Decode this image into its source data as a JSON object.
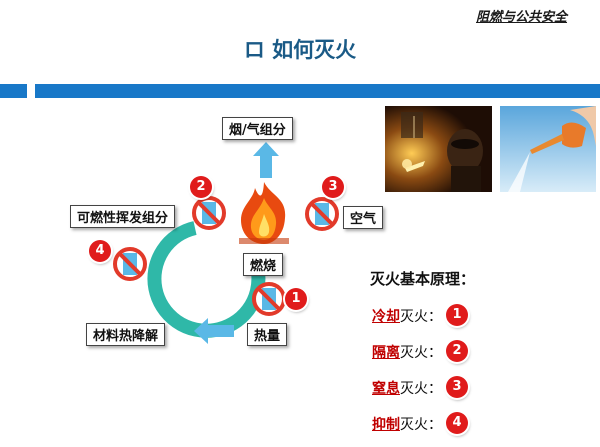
{
  "header": {
    "title": "阻燃与公共安全"
  },
  "slide": {
    "title": "ロ  如何灭火"
  },
  "diagram": {
    "smoke_label": "烟/气组分",
    "volatile_label": "可燃性挥发组分",
    "air_label": "空气",
    "burning_label": "燃烧",
    "pyrolysis_label": "材料热降解",
    "heat_label": "热量",
    "badges": {
      "b1": "1",
      "b2": "2",
      "b3": "3",
      "b4": "4"
    }
  },
  "principles": {
    "title": "灭火基本原理：",
    "items": [
      {
        "name": "冷却",
        "suffix": "灭火：",
        "badge": "1"
      },
      {
        "name": "隔离",
        "suffix": "灭火：",
        "badge": "2"
      },
      {
        "name": "窒息",
        "suffix": "灭火：",
        "badge": "3"
      },
      {
        "name": "抑制",
        "suffix": "灭火：",
        "badge": "4"
      }
    ]
  },
  "colors": {
    "title": "#1a5a86",
    "band": "#1878c8",
    "cycle": "#2fb8a8",
    "arrow": "#5ab8e6",
    "badge": "#e01b1b",
    "principle": "#c00000"
  },
  "icons": [
    "no-entry-sign-icon",
    "fire-icon",
    "cycle-arrow-icon",
    "up-arrow-icon",
    "left-arrow-icon"
  ]
}
